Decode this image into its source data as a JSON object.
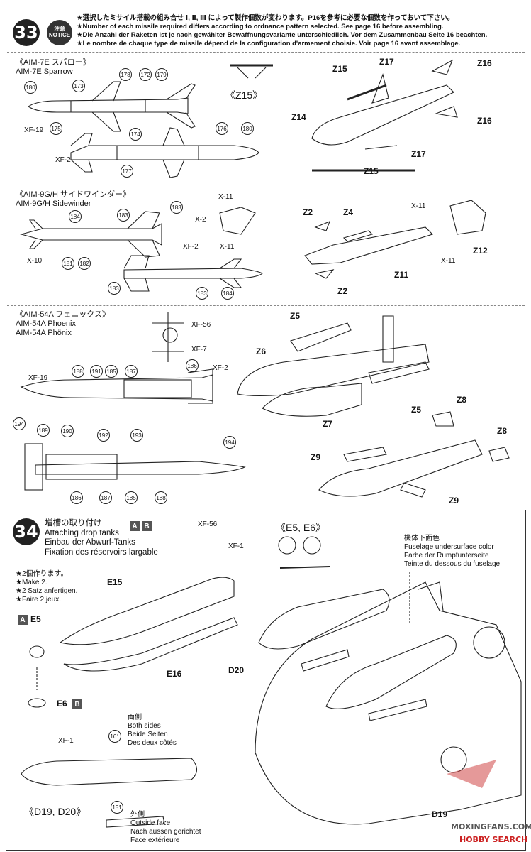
{
  "step33": {
    "number": "33",
    "notice_line1": "注意",
    "notice_line2": "NOTICE",
    "notice_jp": "★選択したミサイル搭載の組み合せ Ⅰ, Ⅱ, Ⅲ によって製作個数が変わります。P16を参考に必要な個数を作っておいて下さい。",
    "notice_en": "★Number of each missile required differs according to ordnance pattern selected. See page 16 before assembling.",
    "notice_de": "★Die Anzahl der Raketen ist je nach gewählter Bewaffnungsvariante unterschiedlich. Vor dem Zusammenbau Seite 16 beachten.",
    "notice_fr": "★Le nombre de chaque type de missile dépend de la configuration d'armement choisie. Voir page 16 avant assemblage.",
    "sparrow": {
      "title_jp": "《AIM-7E スパロー》",
      "title_en": "AIM-7E Sparrow",
      "sub_label": "《Z15》",
      "parts": [
        "Z14",
        "Z15",
        "Z17",
        "Z16",
        "Z16",
        "Z17",
        "Z15"
      ],
      "paints": [
        "XF-19",
        "XF-2"
      ],
      "callouts": [
        "180",
        "173",
        "178",
        "172",
        "179",
        "175",
        "174",
        "176",
        "180",
        "177"
      ]
    },
    "sidewinder": {
      "title_jp": "《AIM-9G/H サイドワインダー》",
      "title_en": "AIM-9G/H Sidewinder",
      "parts": [
        "Z2",
        "Z4",
        "Z2",
        "Z11",
        "Z12"
      ],
      "paints": [
        "X-11",
        "X-2",
        "X-10",
        "XF-2",
        "X-11",
        "X-11",
        "X-11"
      ],
      "callouts": [
        "184",
        "183",
        "183",
        "181",
        "182",
        "183",
        "183",
        "184"
      ]
    },
    "phoenix": {
      "title_jp": "《AIM-54A フェニックス》",
      "title_en": "AIM-54A Phoenix",
      "title_de": "AIM-54A Phönix",
      "parts": [
        "Z5",
        "Z6",
        "Z5",
        "Z7",
        "Z8",
        "Z8",
        "Z9",
        "Z9"
      ],
      "paints": [
        "XF-56",
        "XF-7",
        "XF-19",
        "XF-2"
      ],
      "callouts": [
        "188",
        "191",
        "185",
        "187",
        "186",
        "194",
        "189",
        "190",
        "192",
        "193",
        "194",
        "186",
        "187",
        "185",
        "188"
      ]
    }
  },
  "step34": {
    "number": "34",
    "title_jp": "増槽の取り付け",
    "title_en": "Attaching drop tanks",
    "title_de": "Einbau der Abwurf-Tanks",
    "title_fr": "Fixation des réservoirs largable",
    "badge_a": "A",
    "badge_b": "B",
    "paint_top1": "XF-56",
    "paint_top2": "XF-1",
    "e_label": "《E5, E6》",
    "make2_jp": "★2個作ります。",
    "make2_en": "★Make 2.",
    "make2_de": "★2 Satz anfertigen.",
    "make2_fr": "★Faire 2 jeux.",
    "part_e15": "E15",
    "part_e16": "E16",
    "part_e5": "E5",
    "part_e6": "E6",
    "part_d20": "D20",
    "part_d19": "D19",
    "fus_color_jp": "機体下面色",
    "fus_color_en": "Fuselage undersurface color",
    "fus_color_de": "Farbe der Rumpfunterseite",
    "fus_color_fr": "Teinte du dessous du fuselage",
    "paint_xf1": "XF-1",
    "callout_161": "161",
    "both_jp": "両側",
    "both_en": "Both sides",
    "both_de": "Beide Seiten",
    "both_fr": "Des deux côtés",
    "d_label": "《D19, D20》",
    "callout_151": "151",
    "outside_jp": "外側",
    "outside_en": "Outside face",
    "outside_de": "Nach aussen gerichtet",
    "outside_fr": "Face extérieure"
  },
  "watermark": {
    "site": "MOXINGFANS.COM",
    "brand": "HOBBY SEARCH"
  }
}
